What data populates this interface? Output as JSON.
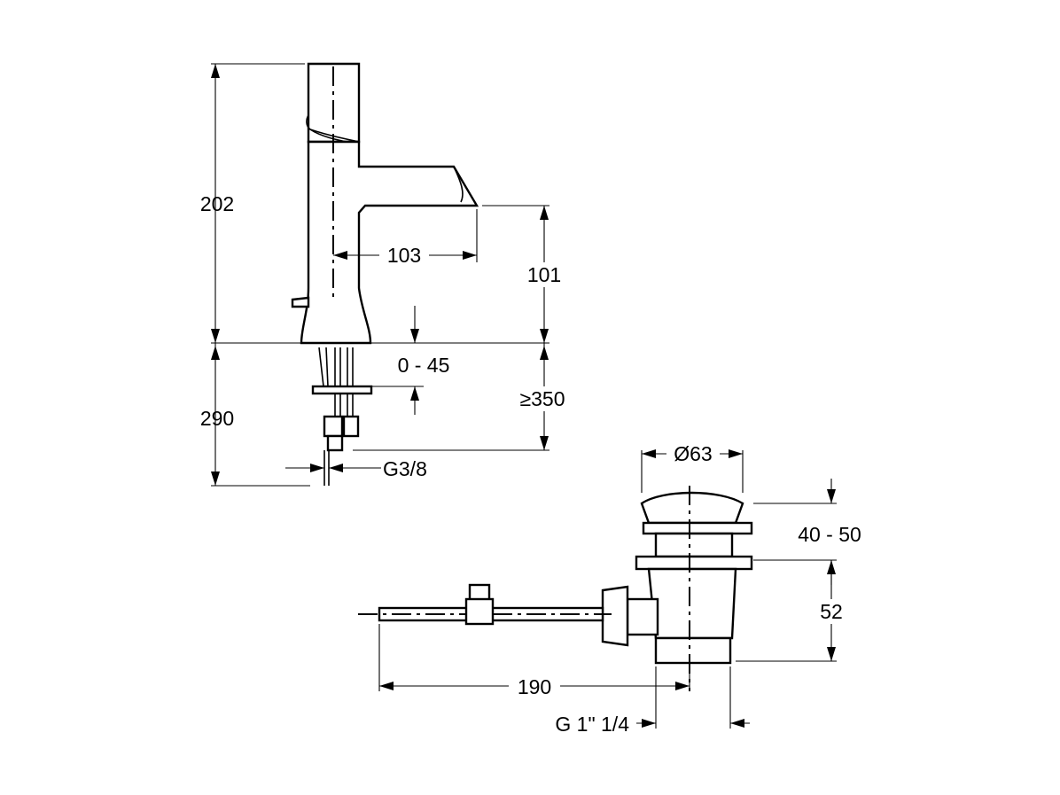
{
  "faucet_dims": {
    "total_height": "202",
    "spout_reach": "103",
    "spout_height": "101",
    "deck_thickness": "0 - 45",
    "under_deck": "290",
    "min_clearance": "≥350",
    "connection": "G3/8"
  },
  "drain_dims": {
    "diameter": "Ø63",
    "flange_range": "40 - 50",
    "body_height": "52",
    "rod_length": "190",
    "thread": "G 1\" 1/4"
  }
}
